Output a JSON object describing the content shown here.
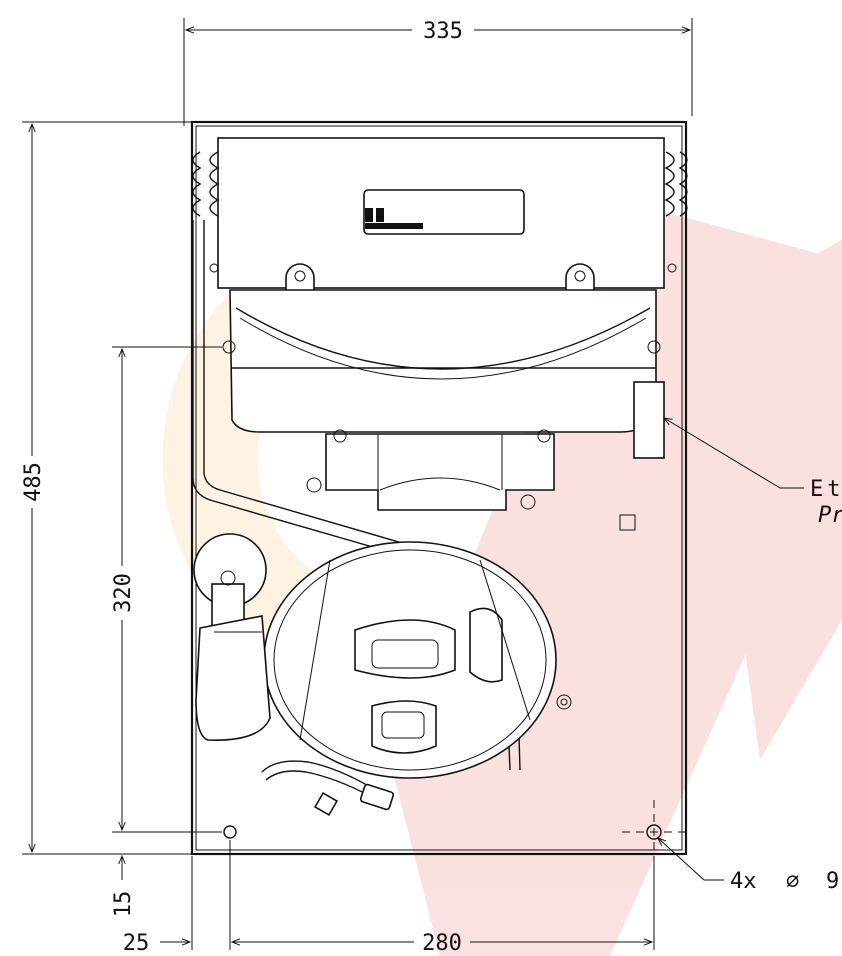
{
  "watermark": {
    "color_primary": "#e21b1b",
    "color_secondary": "#f5a623"
  },
  "dimensions": {
    "width_total": "335",
    "height_total": "485",
    "mount_height": "320",
    "bottom_offset": "15",
    "left_offset": "25",
    "hole_spacing": "280"
  },
  "callouts": {
    "label_line1": "Et",
    "label_line2": "Pr",
    "holes": "4x",
    "hole_symbol": "∅",
    "hole_diameter": "9"
  },
  "icons": [
    "mounting-hole-icon",
    "arrow-icon",
    "diameter-symbol-icon"
  ]
}
